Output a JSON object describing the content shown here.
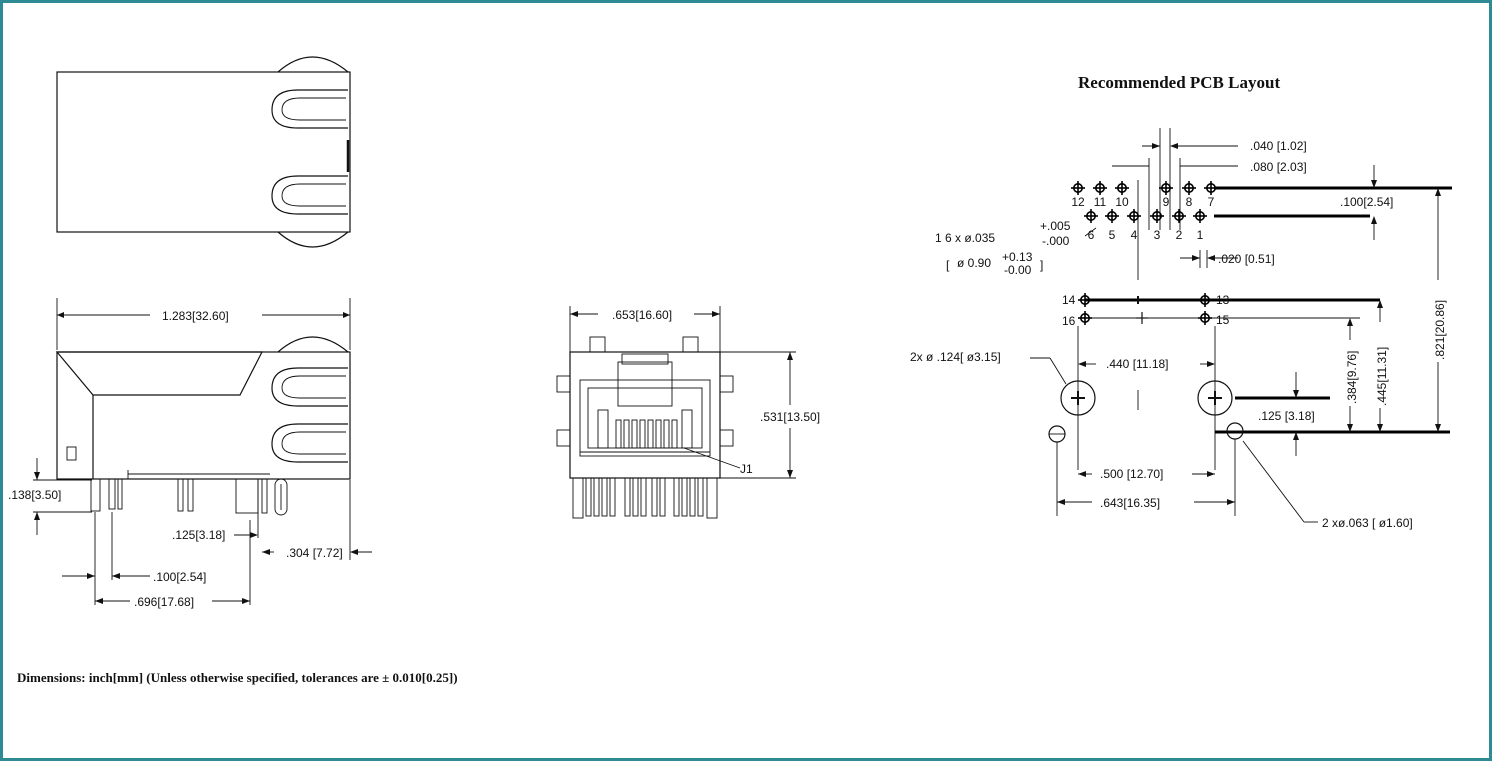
{
  "pcb": {
    "title": "Recommended PCB Layout",
    "pin_labels_top": [
      "12",
      "11",
      "10",
      "9",
      "8",
      "7"
    ],
    "pin_labels_bottom": [
      "6",
      "5",
      "4",
      "3",
      "2",
      "1"
    ],
    "pin_13": "13",
    "pin_14": "14",
    "pin_15": "15",
    "pin_16": "16",
    "dim_040": ".040  [1.02]",
    "dim_080": ".080  [2.03]",
    "dim_100": ".100[2.54]",
    "hole_count": "1 6 x ø.035",
    "tol_plus": "+.005",
    "tol_minus": "-.000",
    "hole_mm": "ø 0.90",
    "tol_mm_plus": "+0.13",
    "tol_mm_minus": "-0.00",
    "dim_020": ".020  [0.51]",
    "dim_821": ".821[20.86]",
    "mount_hole": "2x ø .124[ ø3.15]",
    "dim_440": ".440  [11.18]",
    "dim_384": ".384[9.76]",
    "dim_445": ".445[11.31]",
    "dim_125": ".125  [3.18]",
    "dim_500": ".500  [12.70]",
    "dim_643": ".643[16.35]",
    "small_hole": "2 xø.063 [ ø1.60]"
  },
  "side": {
    "dim_1283": "1.283[32.60]",
    "dim_138": ".138[3.50]",
    "dim_125": ".125[3.18]",
    "dim_304": ".304  [7.72]",
    "dim_100": ".100[2.54]",
    "dim_696": ".696[17.68]"
  },
  "front": {
    "dim_653": ".653[16.60]",
    "dim_531": ".531[13.50]",
    "label_j1": "J1"
  },
  "note": "Dimensions: inch[mm] (Unless otherwise specified, tolerances are ± 0.010[0.25])"
}
